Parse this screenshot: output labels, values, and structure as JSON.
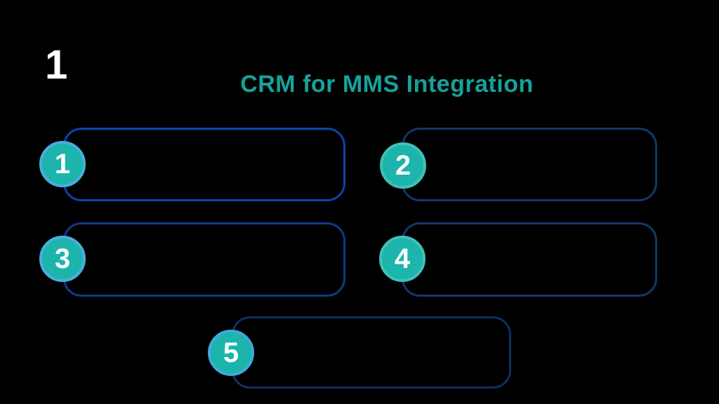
{
  "slide_number": "1",
  "title": {
    "text": "CRM for MMS Integration",
    "color": "#16A29A"
  },
  "badge_colors": {
    "fill": "#1CB4AB",
    "number_color": "#FFFFFF"
  },
  "boxes": [
    {
      "number": "1",
      "border_color": "#0A44AE",
      "ring_color": "#49AEDD",
      "fill": "#1CB4AB"
    },
    {
      "number": "2",
      "border_color": "#13386B",
      "ring_color": "#3FC2B6",
      "fill": "#1CB4AB"
    },
    {
      "number": "3",
      "border_color": "#0E3C86",
      "ring_color": "#49AEDD",
      "fill": "#1CB4AB"
    },
    {
      "number": "4",
      "border_color": "#13386B",
      "ring_color": "#3FC2B6",
      "fill": "#1CB4AB"
    },
    {
      "number": "5",
      "border_color": "#0E3160",
      "ring_color": "#3FA9DC",
      "fill": "#1CB4AB"
    }
  ]
}
